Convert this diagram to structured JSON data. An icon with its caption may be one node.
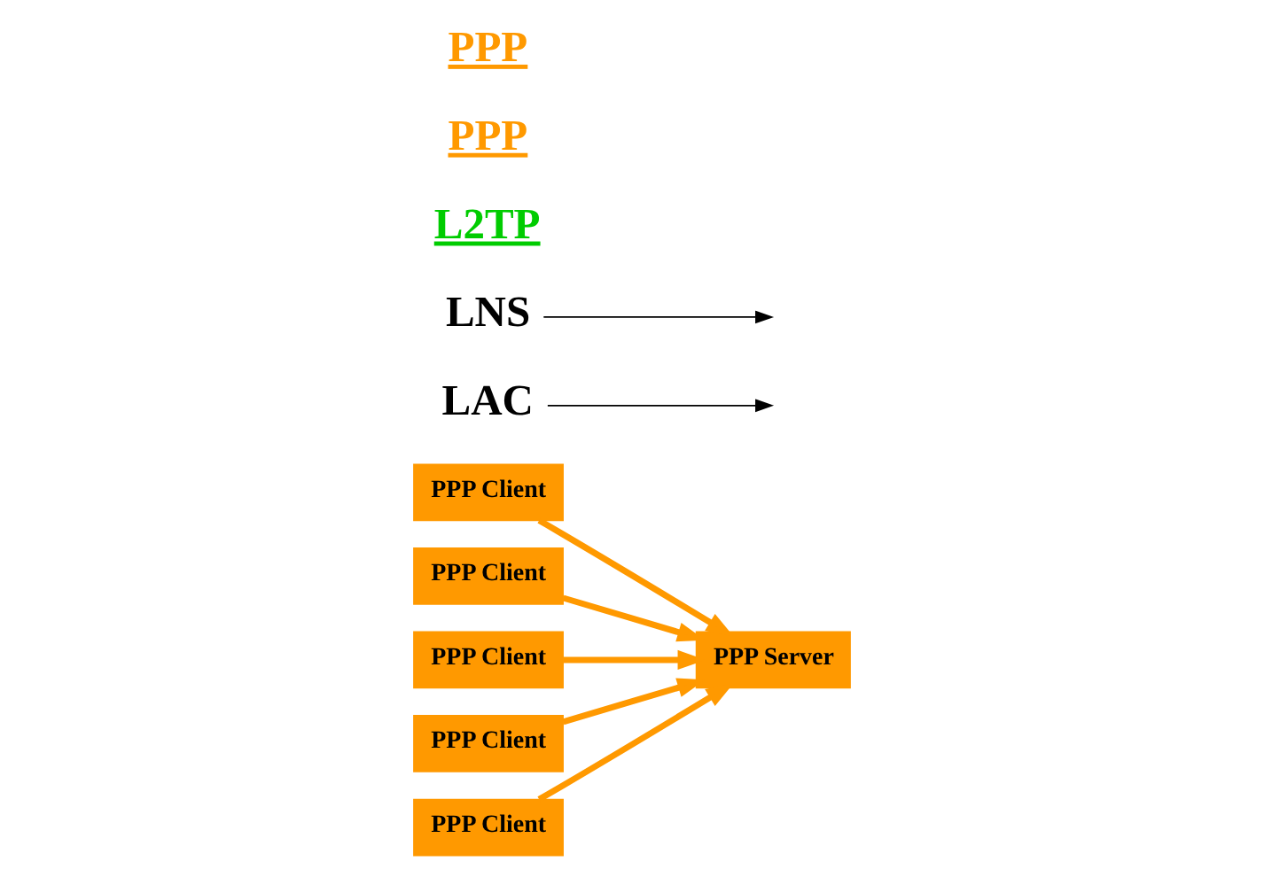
{
  "diagram": {
    "nodes": [
      {
        "text": [
          "PPP Client"
        ]
      },
      {
        "text": [
          "PPP Client"
        ]
      },
      {
        "text": [
          "PPP Client"
        ]
      },
      {
        "text": [
          "PPP Client"
        ]
      },
      {
        "text": [
          "PPP Client"
        ]
      },
      {
        "text": [
          "LAC"
        ]
      },
      {
        "text": [
          "LNS"
        ]
      },
      {
        "text": [
          "PPP Server"
        ]
      }
    ],
    "edges": [
      {
        "from": 0,
        "to": 7,
        "arrow": "to"
      },
      {
        "from": 1,
        "to": 7,
        "arrow": "to"
      },
      {
        "from": 2,
        "to": 7,
        "arrow": "to"
      },
      {
        "from": 3,
        "to": 7,
        "arrow": "to"
      },
      {
        "from": 4,
        "to": 7,
        "arrow": "to"
      },
      {
        "from": 5,
        "to": null,
        "arrow": "to",
        "color": "#000000"
      },
      {
        "from": 6,
        "to": null,
        "arrow": "to",
        "color": "#000000"
      }
    ],
    "labels": [
      "L2TP",
      "PPP",
      "PPP"
    ]
  }
}
